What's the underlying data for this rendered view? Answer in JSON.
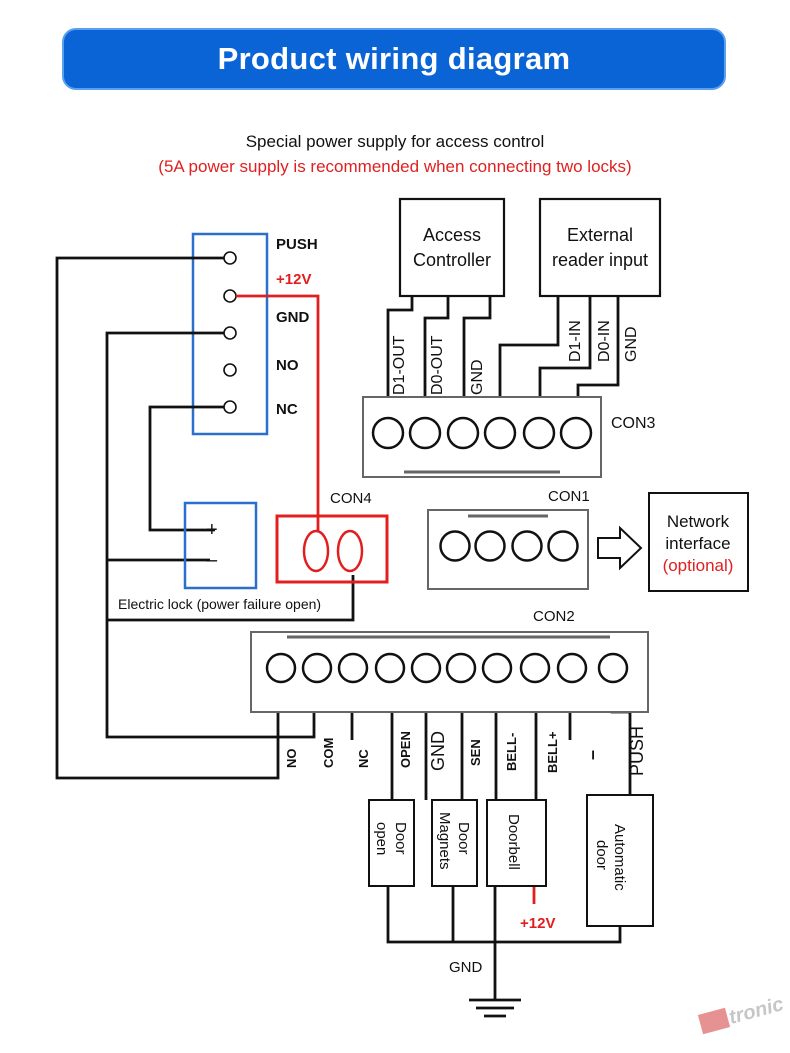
{
  "title": "Product wiring diagram",
  "supply": {
    "line1": "Special power supply for access control",
    "line2": "(5A power supply is recommended when connecting two locks)"
  },
  "power_terminals": [
    "PUSH",
    "+12V",
    "GND",
    "NO",
    "NC"
  ],
  "access_controller": {
    "line1": "Access",
    "line2": "Controller"
  },
  "external_reader": {
    "line1": "External",
    "line2": "reader input"
  },
  "con3": {
    "label": "CON3",
    "pins_controller": [
      "D1-OUT",
      "D0-OUT",
      "GND"
    ],
    "pins_reader": [
      "D1-IN",
      "D0-IN",
      "GND"
    ]
  },
  "con4": {
    "label": "CON4"
  },
  "con1": {
    "label": "CON1"
  },
  "network": {
    "line1": "Network",
    "line2": "interface",
    "line3": "(optional)"
  },
  "electric_lock": {
    "plus": "+",
    "minus": "–",
    "caption": "Electric lock (power failure open)"
  },
  "con2": {
    "label": "CON2",
    "pins": [
      "NO",
      "COM",
      "NC",
      "OPEN",
      "GND",
      "SEN",
      "BELL-",
      "BELL+",
      "–",
      "PUSH"
    ]
  },
  "devices": {
    "door_open": {
      "line1": "Door",
      "line2": "open"
    },
    "door_magnets": {
      "line1": "Door",
      "line2": "Magnets"
    },
    "doorbell": "Doorbell",
    "automatic_door": {
      "line1": "Automatic",
      "line2": "door"
    }
  },
  "bell_supply": "+12V",
  "ground_label": "GND",
  "watermark": "CNtronic",
  "colors": {
    "banner": "#0a64d6",
    "red": "#e02020",
    "terminal_blue": "#2a6fc9",
    "wire": "#111111"
  }
}
